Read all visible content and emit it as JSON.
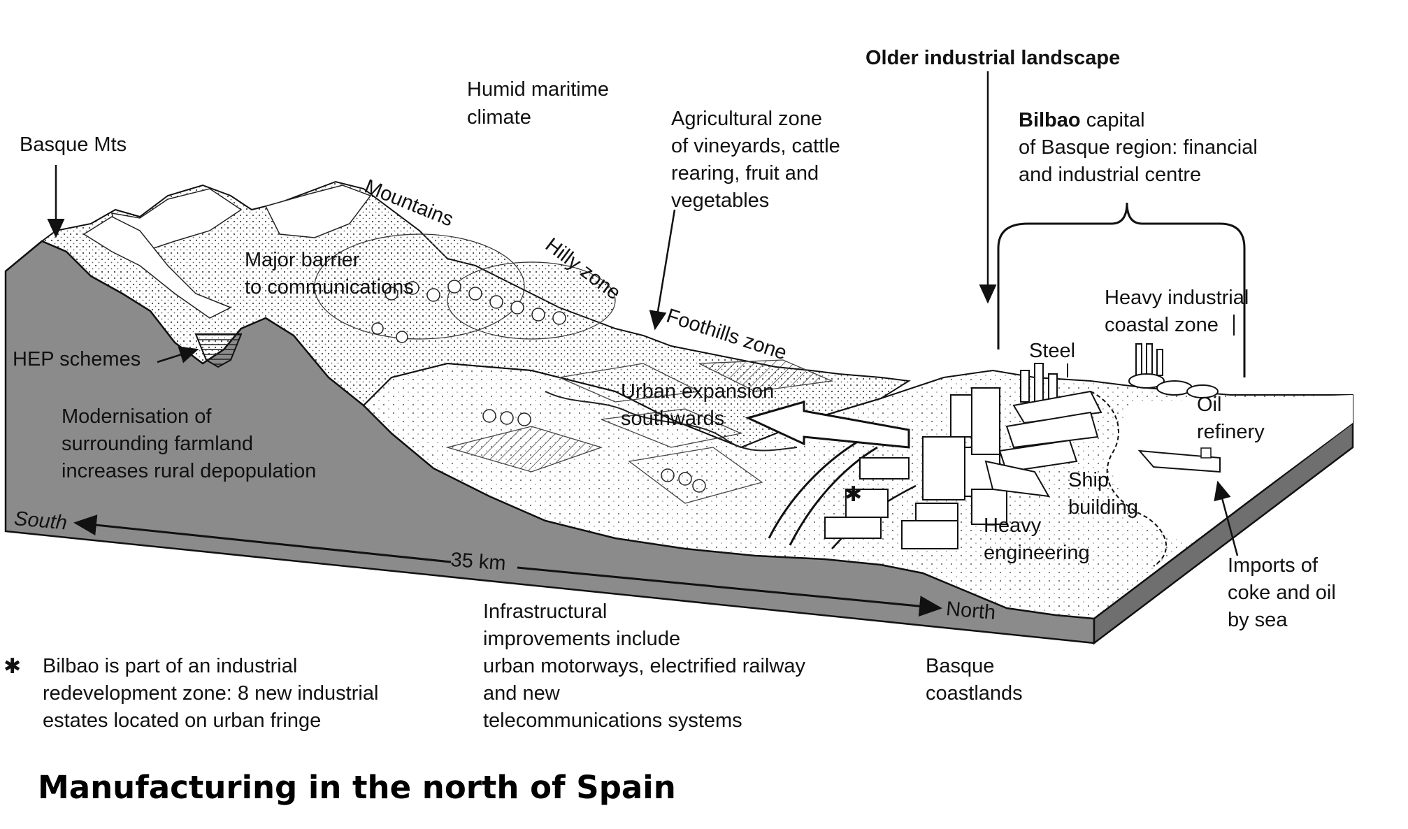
{
  "title": "Manufacturing in the north of Spain",
  "labels": {
    "older_industrial": "Older industrial landscape",
    "humid_1": "Humid maritime",
    "humid_2": "climate",
    "basque_mts": "Basque Mts",
    "agri_1": "Agricultural zone",
    "agri_2": "of vineyards, cattle",
    "agri_3": "rearing, fruit and",
    "agri_4": "vegetables",
    "bilbao_bold": "Bilbao",
    "bilbao_1": "capital",
    "bilbao_2": "of Basque region: financial",
    "bilbao_3": "and industrial centre",
    "mountains": "Mountains",
    "hilly": "Hilly zone",
    "foothills": "Foothills zone",
    "barrier_1": "Major barrier",
    "barrier_2": "to communications",
    "heavy_ind_1": "Heavy industrial",
    "heavy_ind_2": "coastal zone",
    "steel": "Steel",
    "hep": "HEP schemes",
    "urban_1": "Urban expansion",
    "urban_2": "southwards",
    "oil_1": "Oil",
    "oil_2": "refinery",
    "modern_1": "Modernisation of",
    "modern_2": "surrounding farmland",
    "modern_3": "increases rural depopulation",
    "ship_1": "Ship",
    "ship_2": "building",
    "south": "South",
    "heavy_eng_1": "Heavy",
    "heavy_eng_2": "engineering",
    "distance": "35 km",
    "imports_1": "Imports of",
    "imports_2": "coke and oil",
    "imports_3": "by sea",
    "north": "North",
    "infra_1": "Infrastructural",
    "infra_2": "improvements include",
    "infra_3": "urban motorways, electrified railway",
    "infra_4": "and new",
    "infra_5": "telecommunications systems",
    "coast_1": "Basque",
    "coast_2": "coastlands",
    "star": "✱",
    "note_1": "Bilbao is part of an industrial",
    "note_2": "redevelopment zone: 8 new industrial",
    "note_3": "estates located on urban fringe"
  }
}
